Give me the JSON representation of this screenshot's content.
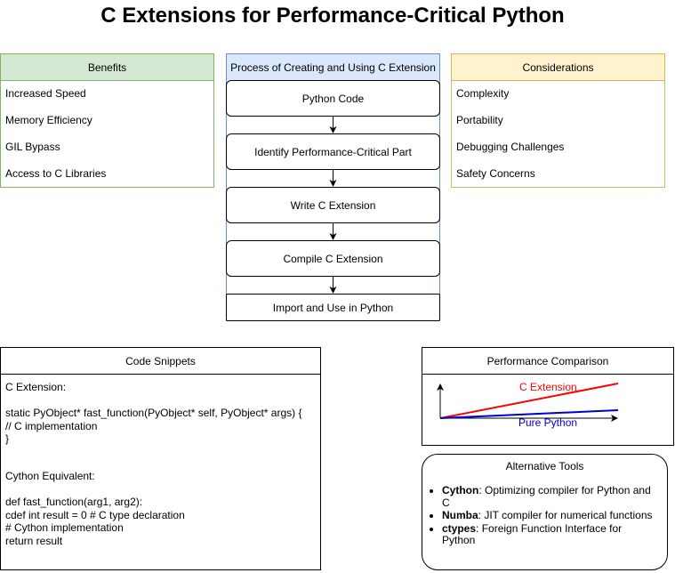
{
  "title": "C Extensions for Performance-Critical Python",
  "benefits": {
    "header": "Benefits",
    "items": [
      "Increased Speed",
      "Memory Efficiency",
      "GIL Bypass",
      "Access to C Libraries"
    ],
    "header_color": "#d5e8d4",
    "border_color": "#82b366"
  },
  "process": {
    "header": "Process of Creating and Using C Extension",
    "steps": [
      "Python Code",
      "Identify Performance-Critical Part",
      "Write C Extension",
      "Compile C Extension",
      "Import and Use in Python"
    ],
    "header_color": "#dae8fc",
    "border_color": "#6c8ebf"
  },
  "considerations": {
    "header": "Considerations",
    "items": [
      "Complexity",
      "Portability",
      "Debugging Challenges",
      "Safety Concerns"
    ],
    "header_color": "#fff2cc",
    "border_color": "#d6b656"
  },
  "code_snippets": {
    "header": "Code Snippets",
    "c_label": "C Extension:",
    "c_lines": [
      "static PyObject* fast_function(PyObject* self, PyObject* args) {",
      "// C implementation",
      "}"
    ],
    "cython_label": "Cython Equivalent:",
    "cython_lines": [
      "def fast_function(arg1, arg2):",
      "cdef int result = 0 # C type declaration",
      "# Cython implementation",
      "return result"
    ]
  },
  "performance": {
    "header": "Performance Comparison",
    "c_extension_label": "C Extension",
    "pure_python_label": "Pure Python",
    "c_extension_color": "#ff0000",
    "pure_python_color": "#0000cc"
  },
  "alternatives": {
    "header": "Alternative Tools",
    "items": [
      {
        "name": "Cython",
        "desc": ": Optimizing compiler for Python and C"
      },
      {
        "name": "Numba",
        "desc": ": JIT compiler for numerical functions"
      },
      {
        "name": "ctypes",
        "desc": ": Foreign Function Interface for Python"
      }
    ]
  }
}
